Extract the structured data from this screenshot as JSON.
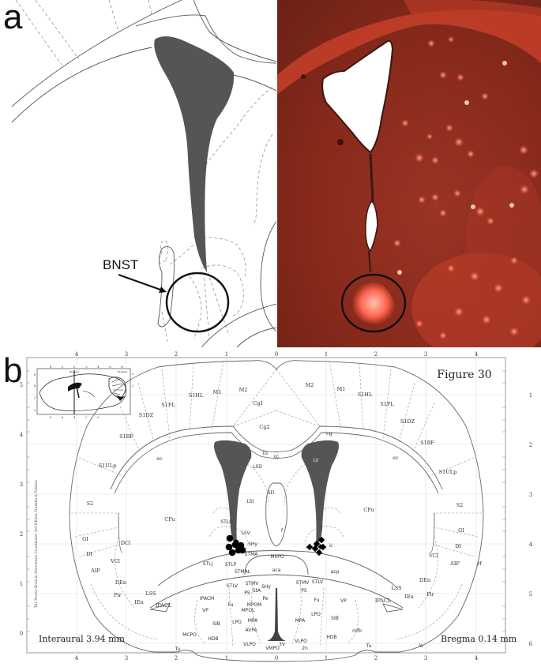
{
  "panel_a": {
    "letter": "a",
    "drawing": {
      "annotation_label": "BNST",
      "ventricle_color": "#555555",
      "circle_color": "#111111"
    },
    "photo": {
      "background_color": "#8a2b1c",
      "highlight_color": "#ff5a44",
      "circle_color": "#111111"
    }
  },
  "panel_b": {
    "letter": "b",
    "figure_label": "Figure 30",
    "interaural": "Interaural 3.94 mm",
    "bregma": "Bregma 0.14 mm",
    "side_credit": "The Mouse Brain in Stereotaxic Coordinates 3rd Edition  Franklin & Paxinos",
    "top_ticks": [
      "4",
      "3",
      "2",
      "1",
      "0",
      "1",
      "2",
      "3",
      "4"
    ],
    "bottom_ticks": [
      "4",
      "3",
      "2",
      "1",
      "0",
      "1",
      "2",
      "3",
      "4"
    ],
    "left_ticks": [
      "5",
      "4",
      "3",
      "2",
      "1",
      "0"
    ],
    "right_ticks": [
      "1",
      "2",
      "3",
      "4",
      "5",
      "6"
    ],
    "inset": {
      "top_ticks": [
        "4",
        "2",
        "0",
        "-2",
        "-4",
        "-6",
        "-8"
      ],
      "bottom_ticks": [
        "8",
        "6",
        "4",
        "2",
        "0"
      ],
      "left_ticks": [
        "6",
        "4",
        "2",
        "0"
      ],
      "right_ticks": [
        "3",
        "2"
      ],
      "bregma_label": "Bregma",
      "bregma_right_label": "Bregma"
    },
    "regions": {
      "M2_L": "M2",
      "M1_L": "M1",
      "S1HL_L": "S1HL",
      "S1FL_L": "S1FL",
      "S1DZ_L": "S1DZ",
      "S1BF_L": "S1BF",
      "S1ULp_L": "S1ULp",
      "S2_L": "S2",
      "GI_L": "GI",
      "DI_L": "DI",
      "AIP_L": "AIP",
      "DCl_L": "DCl",
      "VCl_L": "VCl",
      "DEn_L": "DEn",
      "Pir_L": "Pir",
      "IEn_L": "IEn",
      "LSS_L": "LSS",
      "IPACL_L": "IPACL",
      "CPu_L": "CPu",
      "ec_L": "ec",
      "M2_R": "M2",
      "M1_R": "M1",
      "S1HL_R": "S1HL",
      "S1FL_R": "S1FL",
      "S1DZ_R": "S1DZ",
      "S1BF_R": "S1BF",
      "S1ULp_R": "S1ULp",
      "S2_R": "S2",
      "GI_R": "GI",
      "DI_R": "DI",
      "AIP_R": "AIP",
      "VCl_R": "VCl",
      "DEn_R": "DEn",
      "Pir_R": "Pir",
      "IEn_R": "IEn",
      "LSS_R": "LSS",
      "IPACL_R": "IPACL",
      "CPu_R": "CPu",
      "ec_R": "ec",
      "rf": "rf",
      "Cg1": "Cg1",
      "Cg2": "Cg2",
      "cg": "cg",
      "IG": "IG",
      "cc": "cc",
      "LV": "LV",
      "LSD": "LSD",
      "LSI": "LSI",
      "SFi": "SFi",
      "f": "f",
      "LSV": "LSV",
      "SHy": "SHy",
      "STLD": "STLD",
      "STMA": "STMA",
      "STLJ": "STLJ",
      "STLP": "STLP",
      "STMAL": "STMAL",
      "MnPO": "MnPO",
      "aca": "aca",
      "acp": "acp",
      "ic": "ic",
      "STLV_L": "STLV",
      "STMV_L": "STMV",
      "SHy2": "SHy",
      "PS_L": "PS",
      "StA": "StA",
      "Pe": "Pe",
      "Fu_L": "Fu",
      "IPACM": "IPACM",
      "VP_L": "VP",
      "SIB_L": "SIB",
      "MPOM": "MPOM",
      "MPOL": "MPOL",
      "LPO_L": "LPO",
      "MPA_L": "MPA",
      "AVPe": "AVPe",
      "MCPO": "MCPO",
      "HDB_L": "HDB",
      "VLPO_L": "VLPO",
      "VMPO": "VMPO",
      "3V": "3V",
      "Tu_L": "Tu",
      "STMV_R": "STMV",
      "STLV_R": "STLV",
      "PS_R": "PS",
      "Fu_R": "Fu",
      "VP_R": "VP",
      "LPO_R": "LPO",
      "MPA_R": "MPA",
      "SIB_R": "SIB",
      "mfb": "mfb",
      "HDB_R": "HDB",
      "VLPO_R": "VLPO",
      "2n": "2n",
      "Tu_R": "Tu",
      "lo": "lo"
    },
    "markers": {
      "left_circles_count": 8,
      "right_diamonds_count": 7
    }
  }
}
